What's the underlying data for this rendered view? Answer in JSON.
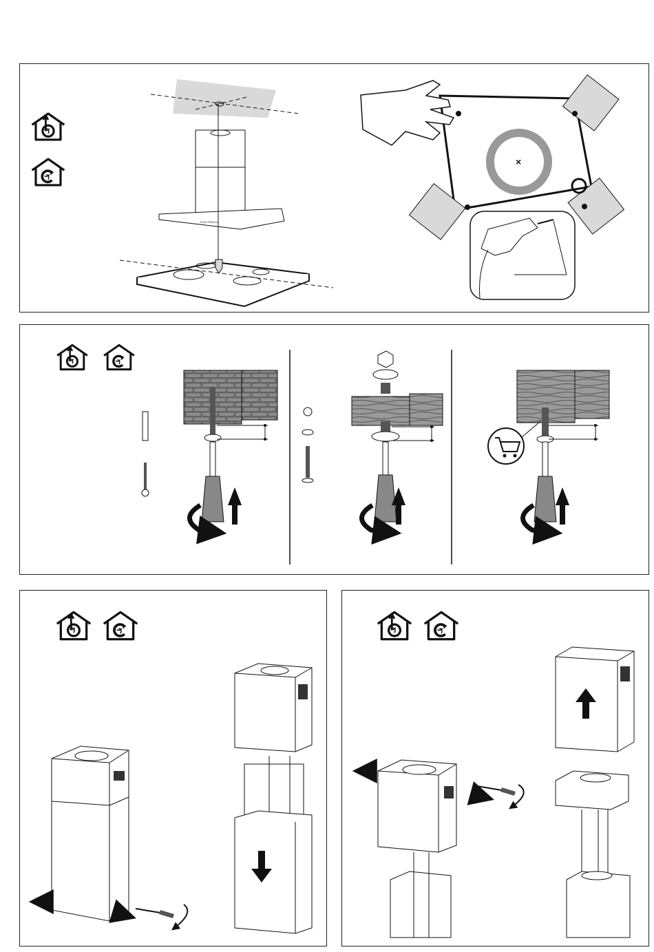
{
  "page": {
    "background": "#ffffff",
    "line_color": "#111111",
    "shade_color": "#d9d9d9"
  },
  "panels": [
    {
      "name": "installation-overview",
      "icons": [
        "ducted-mode-icon",
        "recirculation-mode-icon"
      ],
      "hood_brand_mark": "ELECTROLUX"
    },
    {
      "name": "ceiling-fixing-options",
      "icons": [
        "ducted-mode-icon",
        "recirculation-mode-icon"
      ],
      "sections": [
        "masonry-ceiling",
        "wooden-beam-ceiling",
        "wooden-ceiling-purchase"
      ],
      "accessory_icon": "shopping-cart-icon"
    },
    {
      "name": "chimney-removal-lower",
      "icons": [
        "ducted-mode-icon",
        "recirculation-mode-icon"
      ]
    },
    {
      "name": "chimney-removal-upper",
      "icons": [
        "ducted-mode-icon",
        "recirculation-mode-icon"
      ]
    }
  ]
}
